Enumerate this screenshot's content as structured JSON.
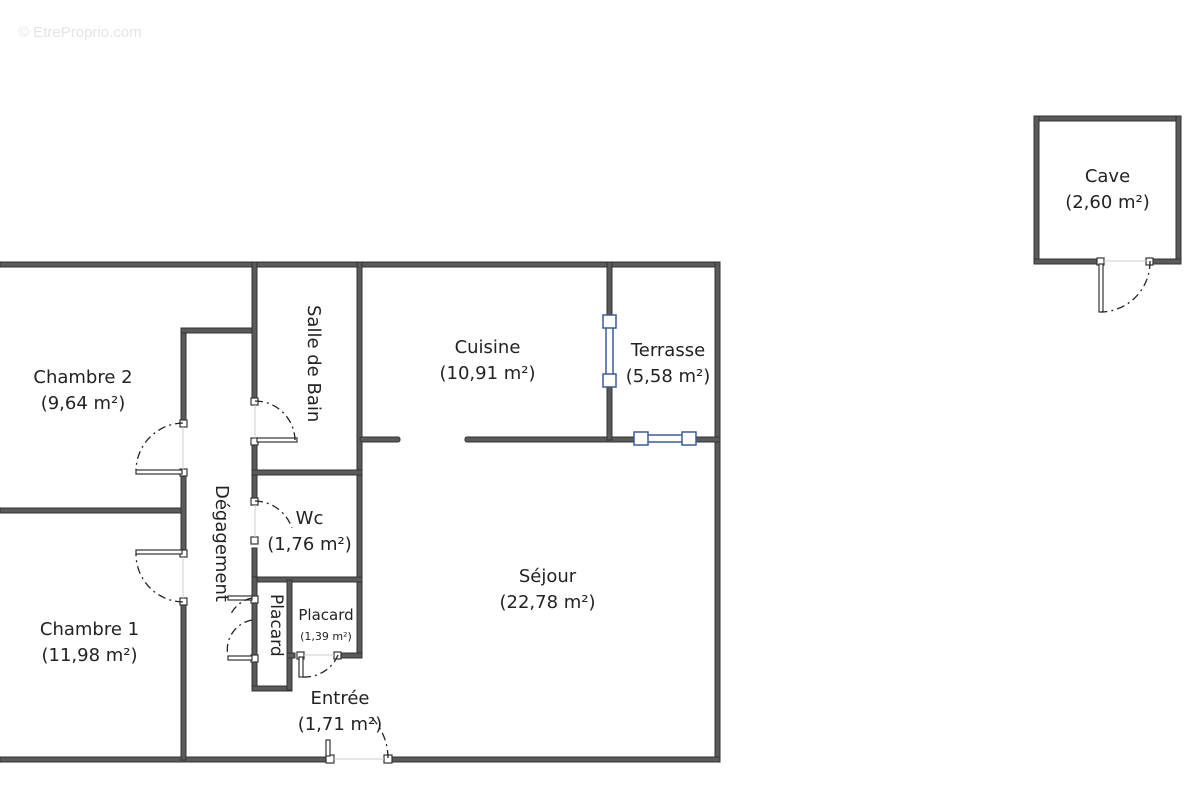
{
  "watermark": "© EtreProprio.com",
  "colors": {
    "wall": "#555555",
    "wall_edge": "#333333",
    "window": "#3b5b9a",
    "door_arc": "#222222",
    "background": "#ffffff"
  },
  "rooms": [
    {
      "id": "chambre2",
      "name": "Chambre 2",
      "area": "(9,64 m²)"
    },
    {
      "id": "chambre1",
      "name": "Chambre 1",
      "area": "(11,98 m²)"
    },
    {
      "id": "salle_de_bain",
      "name": "Salle de Bain",
      "area": ""
    },
    {
      "id": "degagement",
      "name": "Dégagement",
      "area": ""
    },
    {
      "id": "wc",
      "name": "Wc",
      "area": "(1,76 m²)"
    },
    {
      "id": "placard_vertical",
      "name": "Placard",
      "area": ""
    },
    {
      "id": "placard",
      "name": "Placard",
      "area": "(1,39 m²)"
    },
    {
      "id": "entree",
      "name": "Entrée",
      "area": "(1,71 m²)"
    },
    {
      "id": "cuisine",
      "name": "Cuisine",
      "area": "(10,91 m²)"
    },
    {
      "id": "terrasse",
      "name": "Terrasse",
      "area": "(5,58 m²)"
    },
    {
      "id": "sejour",
      "name": "Séjour",
      "area": "(22,78 m²)"
    },
    {
      "id": "cave",
      "name": "Cave",
      "area": "(2,60 m²)"
    }
  ]
}
